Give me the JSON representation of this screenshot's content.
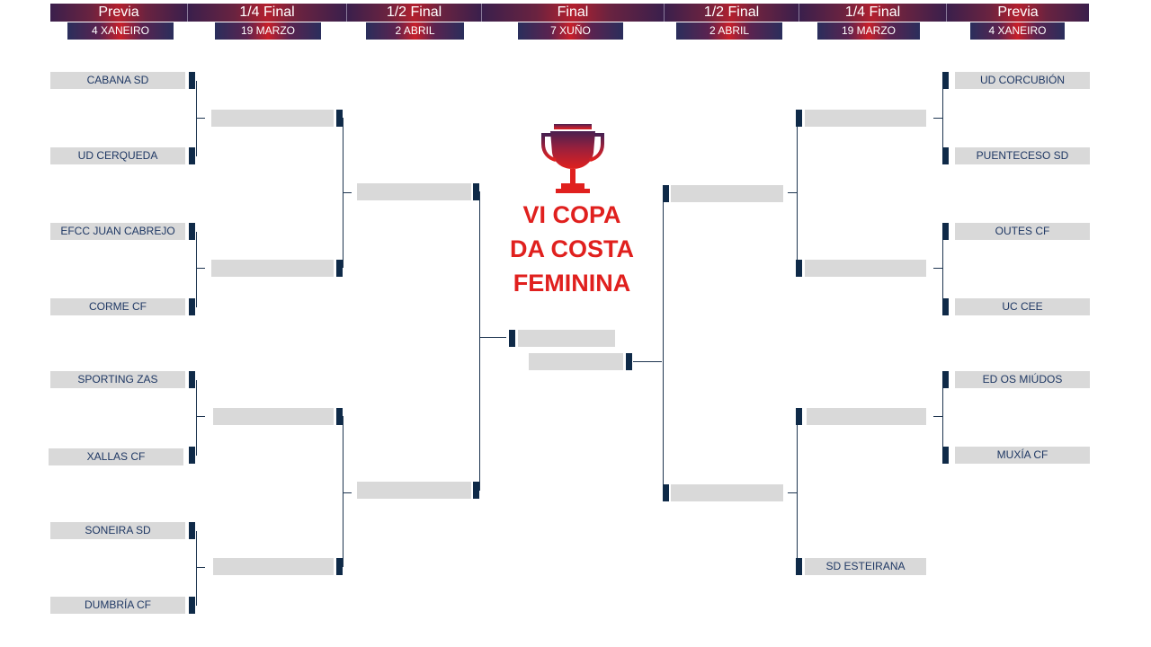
{
  "rounds": [
    {
      "name": "Previa",
      "date": "4 XANEIRO"
    },
    {
      "name": "1/4 Final",
      "date": "19 MARZO"
    },
    {
      "name": "1/2 Final",
      "date": "2 ABRIL"
    },
    {
      "name": "Final",
      "date": "7 XUÑO"
    },
    {
      "name": "1/2 Final",
      "date": "2 ABRIL"
    },
    {
      "name": "1/4 Final",
      "date": "19 MARZO"
    },
    {
      "name": "Previa",
      "date": "4 XANEIRO"
    }
  ],
  "title": {
    "line1": "VI COPA",
    "line2": "DA COSTA",
    "line3": "FEMININA"
  },
  "trophy_icon": "trophy-icon",
  "colors": {
    "accent": "#e0201e",
    "marker": "#0f2a48",
    "slot": "#d9d9d9",
    "team_text": "#1f3864"
  },
  "left": {
    "previa": [
      "CABANA SD",
      "UD CERQUEDA",
      "EFCC JUAN CABREJO",
      "CORME CF",
      "SPORTING ZAS",
      "XALLAS CF",
      "SONEIRA SD",
      "DUMBRÍA CF"
    ],
    "quarter": [
      "",
      "",
      "",
      ""
    ],
    "semi": [
      "",
      ""
    ]
  },
  "final": [
    "",
    ""
  ],
  "right": {
    "previa": [
      "UD CORCUBIÓN",
      "PUENTECESO SD",
      "OUTES CF",
      "UC CEE",
      "ED OS MIÚDOS",
      "MUXÍA CF"
    ],
    "quarter": [
      "",
      "",
      "",
      "SD ESTEIRANA"
    ],
    "semi": [
      "",
      ""
    ]
  }
}
